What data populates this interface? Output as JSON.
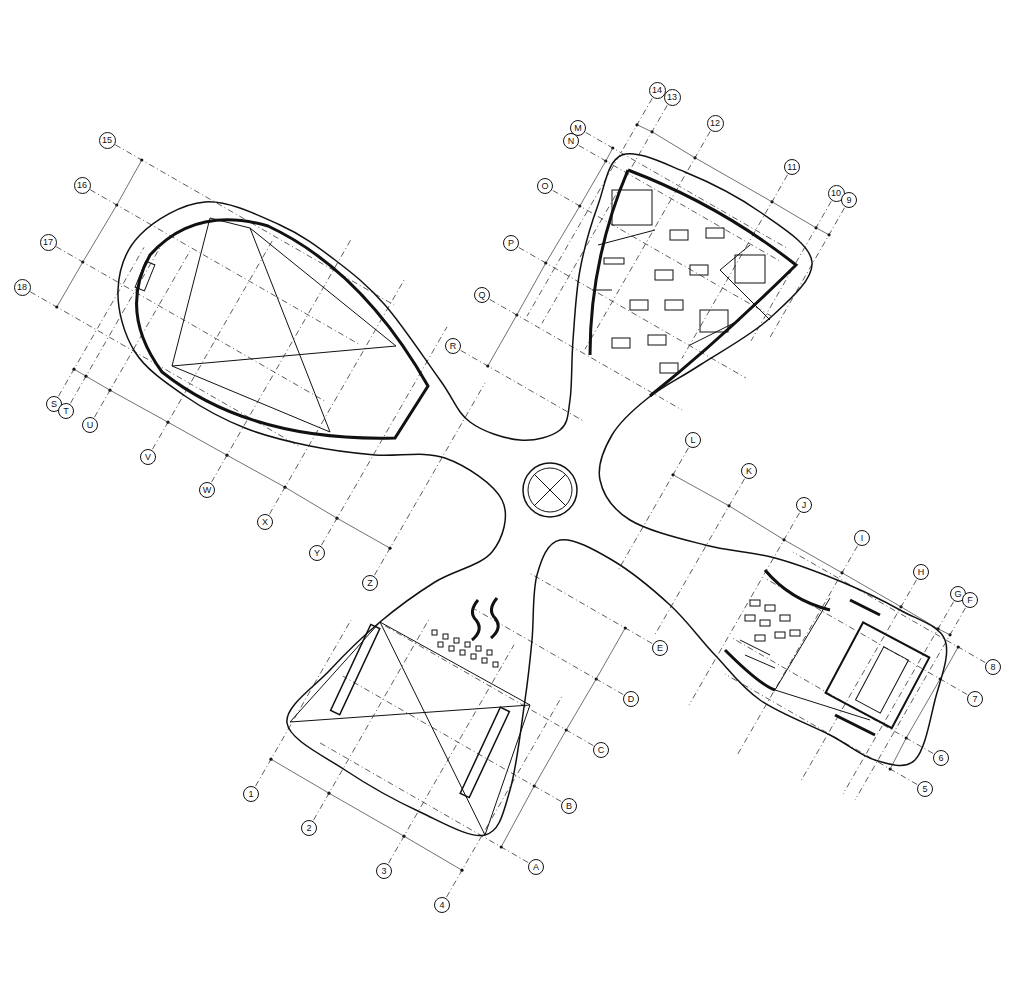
{
  "diagram": {
    "nodes": [
      {
        "text": [
          "15"
        ]
      },
      {
        "text": [
          "16"
        ]
      },
      {
        "text": [
          "17"
        ]
      },
      {
        "text": [
          "18"
        ]
      },
      {
        "text": [
          "S"
        ]
      },
      {
        "text": [
          "T"
        ]
      },
      {
        "text": [
          "U"
        ]
      },
      {
        "text": [
          "V"
        ]
      },
      {
        "text": [
          "W"
        ]
      },
      {
        "text": [
          "X"
        ]
      },
      {
        "text": [
          "Y"
        ]
      },
      {
        "text": [
          "Z"
        ]
      },
      {
        "text": [
          "14"
        ]
      },
      {
        "text": [
          "13"
        ]
      },
      {
        "text": [
          "12"
        ]
      },
      {
        "text": [
          "11"
        ]
      },
      {
        "text": [
          "10"
        ]
      },
      {
        "text": [
          "9"
        ]
      },
      {
        "text": [
          "M"
        ]
      },
      {
        "text": [
          "N"
        ]
      },
      {
        "text": [
          "O"
        ]
      },
      {
        "text": [
          "P"
        ]
      },
      {
        "text": [
          "Q"
        ]
      },
      {
        "text": [
          "R"
        ]
      },
      {
        "text": [
          "L"
        ]
      },
      {
        "text": [
          "K"
        ]
      },
      {
        "text": [
          "J"
        ]
      },
      {
        "text": [
          "I"
        ]
      },
      {
        "text": [
          "H"
        ]
      },
      {
        "text": [
          "G"
        ]
      },
      {
        "text": [
          "F"
        ]
      },
      {
        "text": [
          "8"
        ]
      },
      {
        "text": [
          "7"
        ]
      },
      {
        "text": [
          "6"
        ]
      },
      {
        "text": [
          "5"
        ]
      },
      {
        "text": [
          "E"
        ]
      },
      {
        "text": [
          "D"
        ]
      },
      {
        "text": [
          "C"
        ]
      },
      {
        "text": [
          "B"
        ]
      },
      {
        "text": [
          "A"
        ]
      },
      {
        "text": [
          "1"
        ]
      },
      {
        "text": [
          "2"
        ]
      },
      {
        "text": [
          "3"
        ]
      },
      {
        "text": [
          "4"
        ]
      }
    ]
  }
}
